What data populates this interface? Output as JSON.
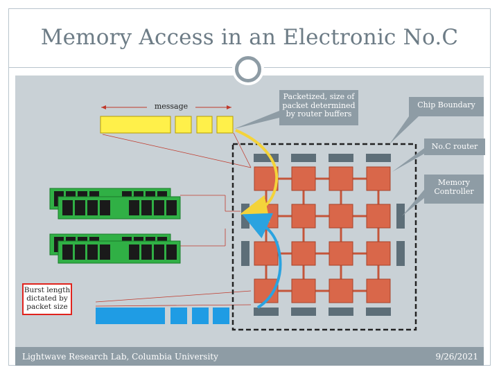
{
  "title": "Memory Access in an Electronic No.C",
  "labels": {
    "message": "message",
    "packetized": "Packetized, size of packet determined by router buffers",
    "chip_boundary": "Chip Boundary",
    "noc_router": "No.C router",
    "memory_controller": "Memory Controller",
    "burst_length": "Burst length dictated by packet size"
  },
  "footer": {
    "left": "Lightwave Research Lab, Columbia University",
    "right": "9/26/2021"
  },
  "colors": {
    "panel": "#c9d1d6",
    "callout": "#8e9ca5",
    "router": "#d9674a",
    "memory_controller": "#5d6e78",
    "message_block": "#fff04a",
    "burst_block": "#1f9ce4",
    "dimm_board": "#30b045",
    "yellow_arrow": "#f4d33a",
    "blue_arrow": "#2aa3e0",
    "burst_border": "#e0231d"
  }
}
